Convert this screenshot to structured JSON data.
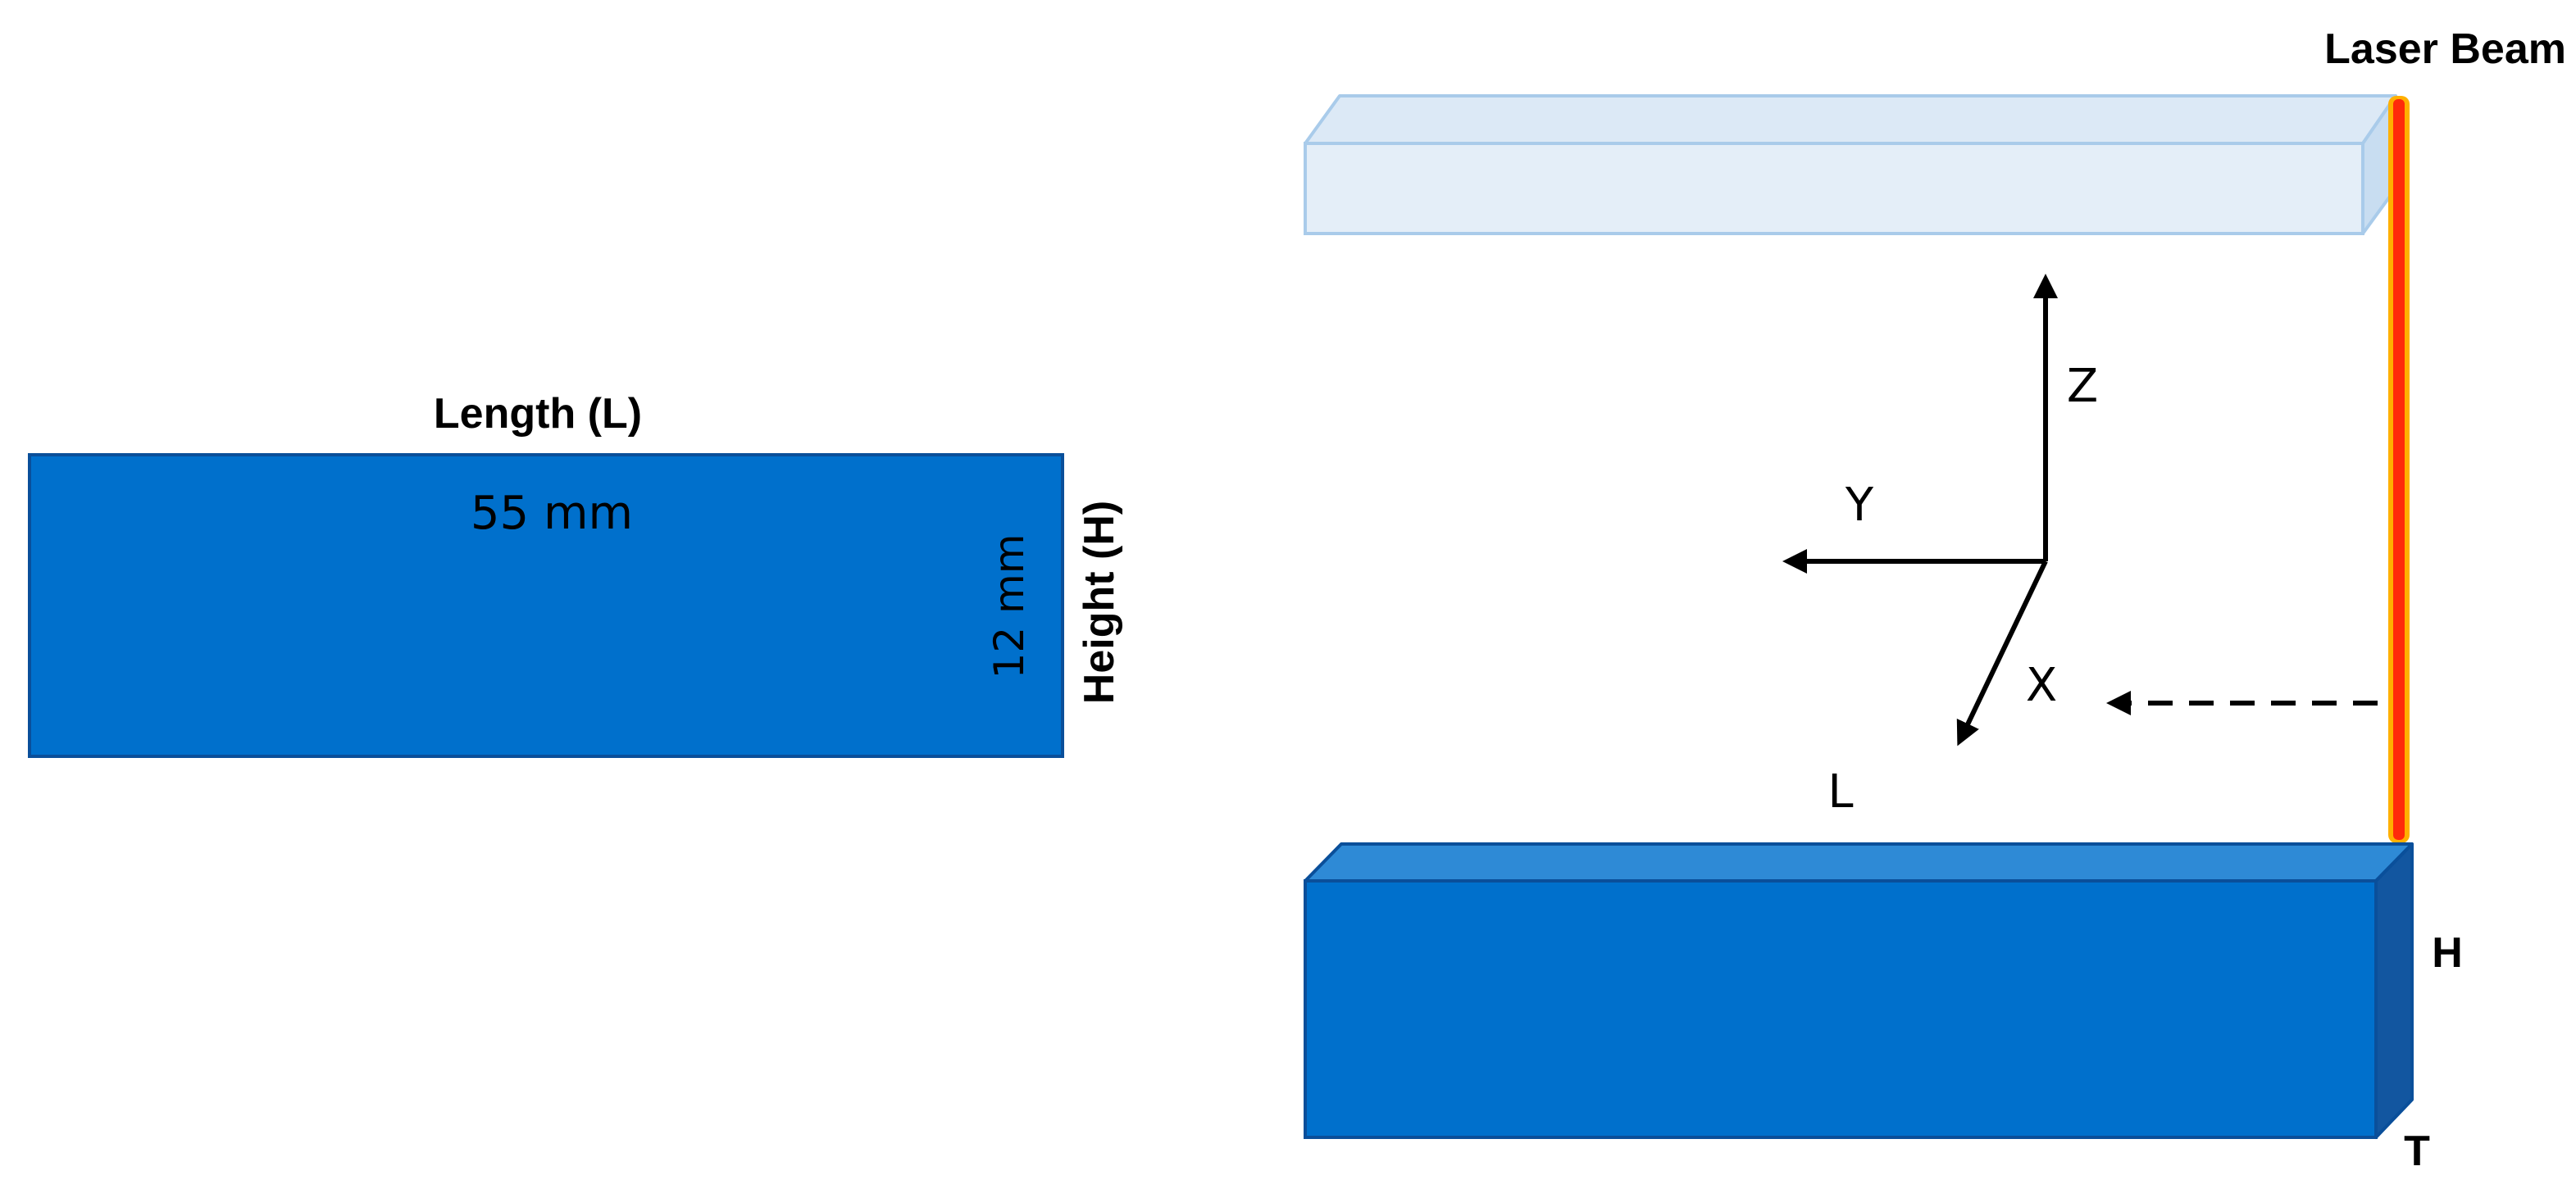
{
  "left_view": {
    "length_title": "Length (L)",
    "length_value": "55 mm",
    "height_title": "Height (H)",
    "height_value": "12 mm"
  },
  "right_view": {
    "laser_label": "Laser Beam",
    "axis_z": "Z",
    "axis_y": "Y",
    "axis_x": "X",
    "label_l": "L",
    "label_h": "H",
    "label_t": "T"
  },
  "colors": {
    "specimen_fill": "#0070CC",
    "specimen_top": "#2E8AD6",
    "specimen_side": "#1256A0",
    "specimen_edge": "#0A4F9A",
    "ghost_fill": "#E4EEF8",
    "ghost_edge": "#A9CBEA",
    "laser_core": "#FF2A0A",
    "laser_glow": "#FFB000",
    "arrow": "#000000"
  }
}
